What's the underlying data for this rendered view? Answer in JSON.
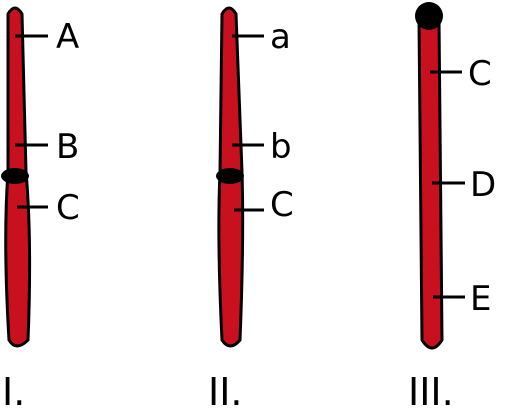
{
  "colors": {
    "chromosome_fill": "#c8101e",
    "outline": "#000000",
    "centromere": "#000000"
  },
  "chromosomes": [
    {
      "roman": "I.",
      "genes": [
        "A",
        "B",
        "C"
      ]
    },
    {
      "roman": "II.",
      "genes": [
        "a",
        "b",
        "C"
      ]
    },
    {
      "roman": "III.",
      "genes": [
        "C",
        "D",
        "E"
      ]
    }
  ]
}
